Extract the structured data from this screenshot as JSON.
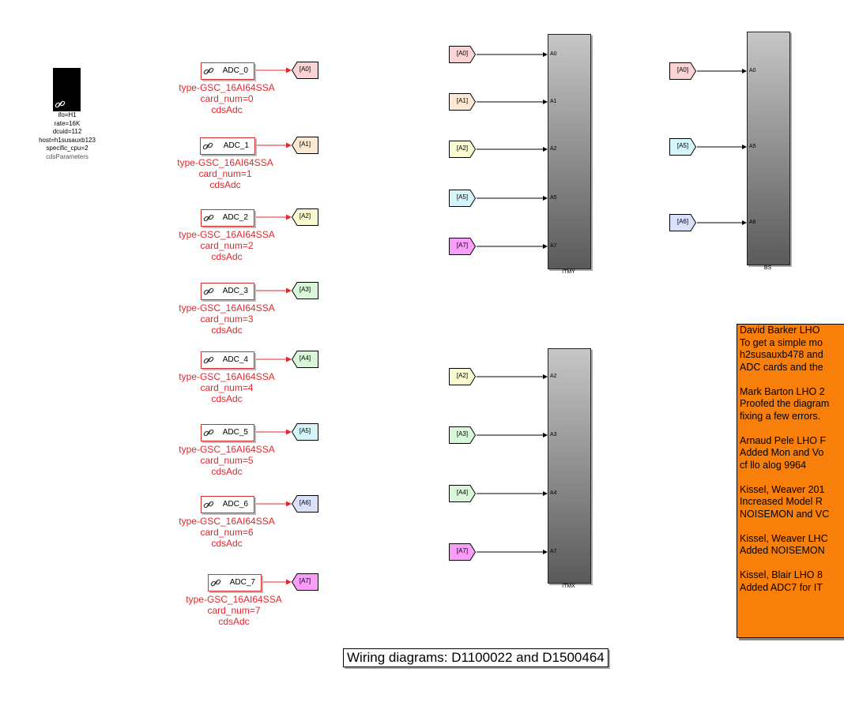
{
  "params": {
    "lines": [
      "ifo=H1",
      "rate=16K",
      "dcuid=112",
      "host=h1susauxb123",
      "specific_cpu=2"
    ],
    "block_name": "cdsParameters"
  },
  "adcs": [
    {
      "label": "ADC_0",
      "note": [
        "type-GSC_16AI64SSA",
        "card_num=0",
        "cdsAdc"
      ],
      "tag": "[A0]",
      "color": "#fad4d4"
    },
    {
      "label": "ADC_1",
      "note": [
        "type-GSC_16AI64SSA",
        "card_num=1",
        "cdsAdc"
      ],
      "tag": "[A1]",
      "color": "#fde8d2"
    },
    {
      "label": "ADC_2",
      "note": [
        "type-GSC_16AI64SSA",
        "card_num=2",
        "cdsAdc"
      ],
      "tag": "[A2]",
      "color": "#fafad0"
    },
    {
      "label": "ADC_3",
      "note": [
        "type-GSC_16AI64SSA",
        "card_num=3",
        "cdsAdc"
      ],
      "tag": "[A3]",
      "color": "#d8f7d8"
    },
    {
      "label": "ADC_4",
      "note": [
        "type-GSC_16AI64SSA",
        "card_num=4",
        "cdsAdc"
      ],
      "tag": "[A4]",
      "color": "#d8f7d8"
    },
    {
      "label": "ADC_5",
      "note": [
        "type-GSC_16AI64SSA",
        "card_num=5",
        "cdsAdc"
      ],
      "tag": "[A5]",
      "color": "#d4f5fa"
    },
    {
      "label": "ADC_6",
      "note": [
        "type-GSC_16AI64SSA",
        "card_num=6",
        "cdsAdc"
      ],
      "tag": "[A6]",
      "color": "#d8e0fa"
    },
    {
      "label": "ADC_7",
      "note": [
        "type-GSC_16AI64SSA",
        "card_num=7",
        "cdsAdc"
      ],
      "tag": "[A7]",
      "color": "#fa9cfa"
    }
  ],
  "subsystems": [
    {
      "name": "ITMY",
      "inputs": [
        {
          "tag": "[A0]",
          "port": "A0",
          "color": "#fad4d4"
        },
        {
          "tag": "[A1]",
          "port": "A1",
          "color": "#fde8d2"
        },
        {
          "tag": "[A2]",
          "port": "A2",
          "color": "#fafad0"
        },
        {
          "tag": "[A5]",
          "port": "A5",
          "color": "#d4f5fa"
        },
        {
          "tag": "[A7]",
          "port": "A7",
          "color": "#fa9cfa"
        }
      ]
    },
    {
      "name": "BS",
      "inputs": [
        {
          "tag": "[A0]",
          "port": "A0",
          "color": "#fad4d4"
        },
        {
          "tag": "[A5]",
          "port": "A5",
          "color": "#d4f5fa"
        },
        {
          "tag": "[A6]",
          "port": "A6",
          "color": "#d8e0fa"
        }
      ]
    },
    {
      "name": "ITMX",
      "inputs": [
        {
          "tag": "[A2]",
          "port": "A2",
          "color": "#fafad0"
        },
        {
          "tag": "[A3]",
          "port": "A3",
          "color": "#d8f7d8"
        },
        {
          "tag": "[A4]",
          "port": "A4",
          "color": "#d8f7d8"
        },
        {
          "tag": "[A7]",
          "port": "A7",
          "color": "#fa9cfa"
        }
      ]
    }
  ],
  "note": {
    "lines": [
      "David Barker LHO",
      "To get a simple mo",
      "h2susauxb478 and",
      "ADC cards and the",
      "",
      "Mark Barton LHO 2",
      "Proofed the diagram",
      "fixing a few errors.",
      "",
      "Arnaud Pele LHO F",
      "Added Mon and Vo",
      "cf llo alog 9964",
      "",
      "Kissel, Weaver 201",
      "Increased Model R",
      "NOISEMON and VC",
      "",
      "Kissel, Weaver LHC",
      "Added NOISEMON",
      "",
      "Kissel, Blair LHO 8",
      "Added ADC7 for IT"
    ]
  },
  "caption": "Wiring diagrams: D1100022 and D1500464",
  "colors": {
    "adc_red": "#e0282d",
    "note_orange": "#f87f0a"
  }
}
